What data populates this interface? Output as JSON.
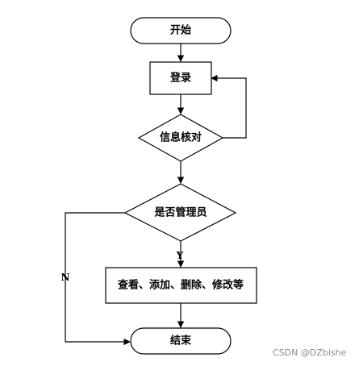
{
  "nodes": {
    "start": "开始",
    "login": "登录",
    "verify": "信息核对",
    "is_admin": "是否管理员",
    "actions": "查看、添加、删除、修改等",
    "end": "结束"
  },
  "edges": {
    "yes": "Y",
    "no": "N"
  },
  "watermark": "CSDN @DZbishe",
  "colors": {
    "stroke": "#000000",
    "fill": "#ffffff",
    "watermark": "#8c8c8c"
  }
}
